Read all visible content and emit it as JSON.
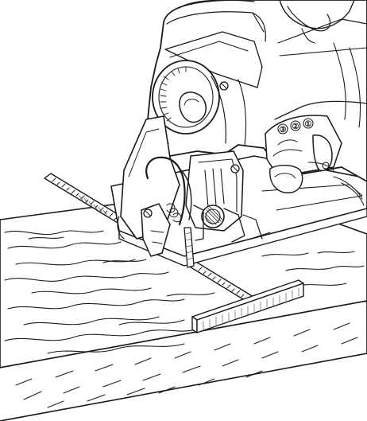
{
  "figure": {
    "subject": "jigsaw-with-guide-ruler-on-wooden-board",
    "ink_color": "#1a1a1a",
    "background_color": "#ffffff",
    "orbital_positions": [
      {
        "label": "③"
      },
      {
        "label": "②"
      },
      {
        "label": "①"
      }
    ]
  }
}
